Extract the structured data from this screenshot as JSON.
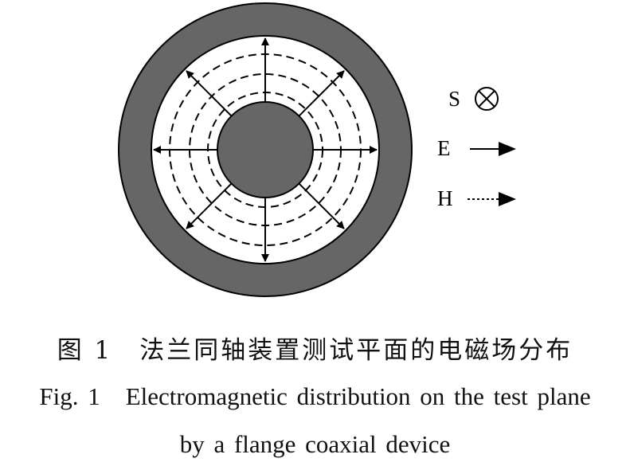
{
  "legend": {
    "items": [
      {
        "letter": "S",
        "symbol": "circle-cross",
        "meaning": "Poynting vector into plane"
      },
      {
        "letter": "E",
        "symbol": "solid-arrow",
        "meaning": "electric field"
      },
      {
        "letter": "H",
        "symbol": "dotted-arrow",
        "meaning": "magnetic field"
      }
    ]
  },
  "caption": {
    "cn_label": "图 1",
    "cn_text": "法兰同轴装置测试平面的电磁场分布",
    "en_label": "Fig. 1",
    "en_line1": "Electromagnetic distribution on the test plane",
    "en_line2": "by a flange coaxial device"
  },
  "colors": {
    "conductor_fill": "#666666",
    "stroke": "#000000",
    "background": "#ffffff"
  }
}
